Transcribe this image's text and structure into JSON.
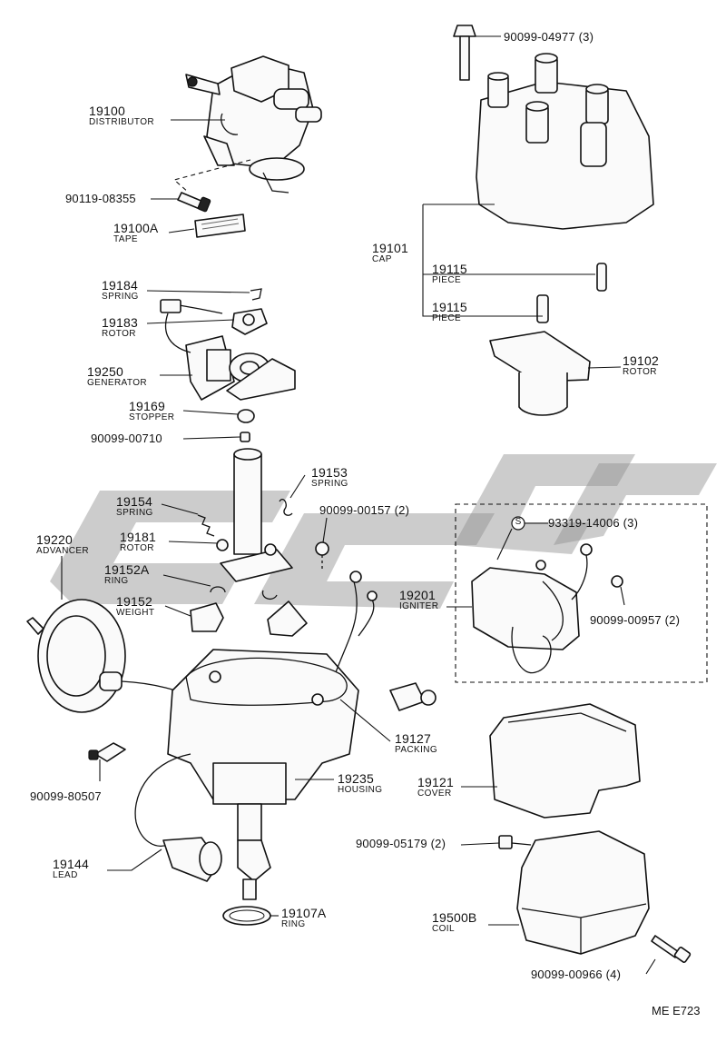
{
  "diagram": {
    "ref_code": "ME E723",
    "parts": [
      {
        "num": "19100",
        "name": "DISTRIBUTOR"
      },
      {
        "num": "90119-08355",
        "name": ""
      },
      {
        "num": "19100A",
        "name": "TAPE"
      },
      {
        "num": "19184",
        "name": "SPRING"
      },
      {
        "num": "19183",
        "name": "ROTOR"
      },
      {
        "num": "19250",
        "name": "GENERATOR"
      },
      {
        "num": "19169",
        "name": "STOPPER"
      },
      {
        "num": "90099-00710",
        "name": ""
      },
      {
        "num": "19153",
        "name": "SPRING"
      },
      {
        "num": "19154",
        "name": "SPRING"
      },
      {
        "num": "19181",
        "name": "ROTOR"
      },
      {
        "num": "90099-00157 (2)",
        "name": ""
      },
      {
        "num": "19220",
        "name": "ADVANCER"
      },
      {
        "num": "19152A",
        "name": "RING"
      },
      {
        "num": "19152",
        "name": "WEIGHT"
      },
      {
        "num": "19127",
        "name": "PACKING"
      },
      {
        "num": "90099-80507",
        "name": ""
      },
      {
        "num": "19235",
        "name": "HOUSING"
      },
      {
        "num": "19144",
        "name": "LEAD"
      },
      {
        "num": "19107A",
        "name": "RING"
      },
      {
        "num": "90099-04977 (3)",
        "name": ""
      },
      {
        "num": "19101",
        "name": "CAP"
      },
      {
        "num": "19115",
        "name": "PIECE"
      },
      {
        "num": "19115",
        "name": "PIECE"
      },
      {
        "num": "19102",
        "name": "ROTOR"
      },
      {
        "num": "93319-14006 (3)",
        "name": ""
      },
      {
        "num": "19201",
        "name": "IGNITER"
      },
      {
        "num": "90099-00957 (2)",
        "name": ""
      },
      {
        "num": "19121",
        "name": "COVER"
      },
      {
        "num": "90099-05179 (2)",
        "name": ""
      },
      {
        "num": "19500B",
        "name": "COIL"
      },
      {
        "num": "90099-00966 (4)",
        "name": ""
      }
    ]
  },
  "icons": {
    "s_marker": {
      "icon": "s-circle-icon",
      "text": "S"
    },
    "watermark": "watermark-logo-icon"
  }
}
